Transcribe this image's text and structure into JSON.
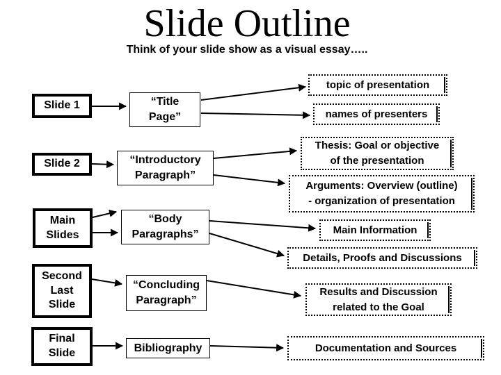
{
  "header": {
    "title": "Slide Outline",
    "subtitle": "Think of your slide show as a visual essay….."
  },
  "slides": [
    {
      "label": "Slide 1"
    },
    {
      "label": "Slide 2"
    },
    {
      "label": "Main\nSlides"
    },
    {
      "label": "Second\nLast\nSlide"
    },
    {
      "label": "Final\nSlide"
    }
  ],
  "essay_parts": [
    {
      "label": "“Title\nPage”"
    },
    {
      "label": "“Introductory\nParagraph”"
    },
    {
      "label": "“Body\nParagraphs”"
    },
    {
      "label": "“Concluding\nParagraph”"
    },
    {
      "label": "Bibliography"
    }
  ],
  "contents": [
    {
      "label": "topic of presentation"
    },
    {
      "label": "names of presenters"
    },
    {
      "label": "Thesis: Goal or objective\nof the presentation"
    },
    {
      "label": "Arguments: Overview (outline)\n- organization of presentation"
    },
    {
      "label": "Main Information"
    },
    {
      "label": "Details, Proofs and Discussions"
    },
    {
      "label": "Results and Discussion\nrelated to the Goal"
    },
    {
      "label": "Documentation and Sources"
    }
  ],
  "colors": {
    "ink": "#000000",
    "background": "#ffffff"
  }
}
